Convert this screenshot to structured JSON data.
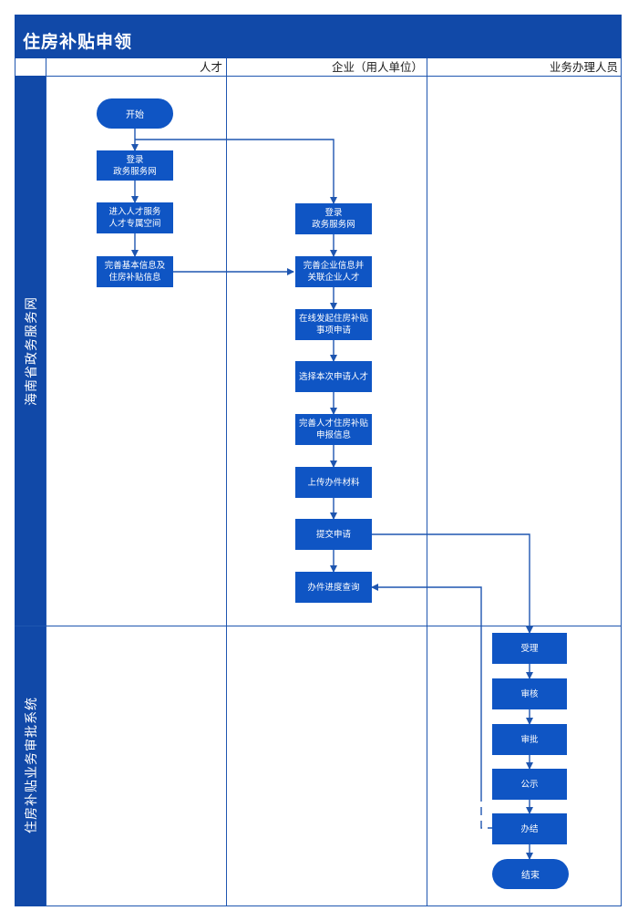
{
  "title": "住房补贴申领",
  "lanes": {
    "talent": "人才",
    "company": "企业（用人单位）",
    "staff": "业务办理人员"
  },
  "sections": {
    "gov_portal": "海南省政务服务网",
    "approval_system": "住房补贴业务审批系统"
  },
  "nodes": {
    "start": "开始",
    "t_login": "登录\n政务服务网",
    "t_enter": "进入人才服务\n人才专属空间",
    "t_complete": "完善基本信息及\n住房补贴信息",
    "c_login": "登录\n政务服务网",
    "c_complete": "完善企业信息并\n关联企业人才",
    "c_initiate": "在线发起住房补贴\n事项申请",
    "c_select": "选择本次申请人才",
    "c_fill": "完善人才住房补贴\n申报信息",
    "c_upload": "上传办件材料",
    "c_submit": "提交申请",
    "c_progress": "办件进度查询",
    "s_accept": "受理",
    "s_review": "审核",
    "s_approve": "审批",
    "s_publicize": "公示",
    "s_finish": "办结",
    "end": "结束"
  },
  "colors": {
    "primary": "#1149a8",
    "node": "#0f55c4",
    "line": "#1f56b0"
  }
}
